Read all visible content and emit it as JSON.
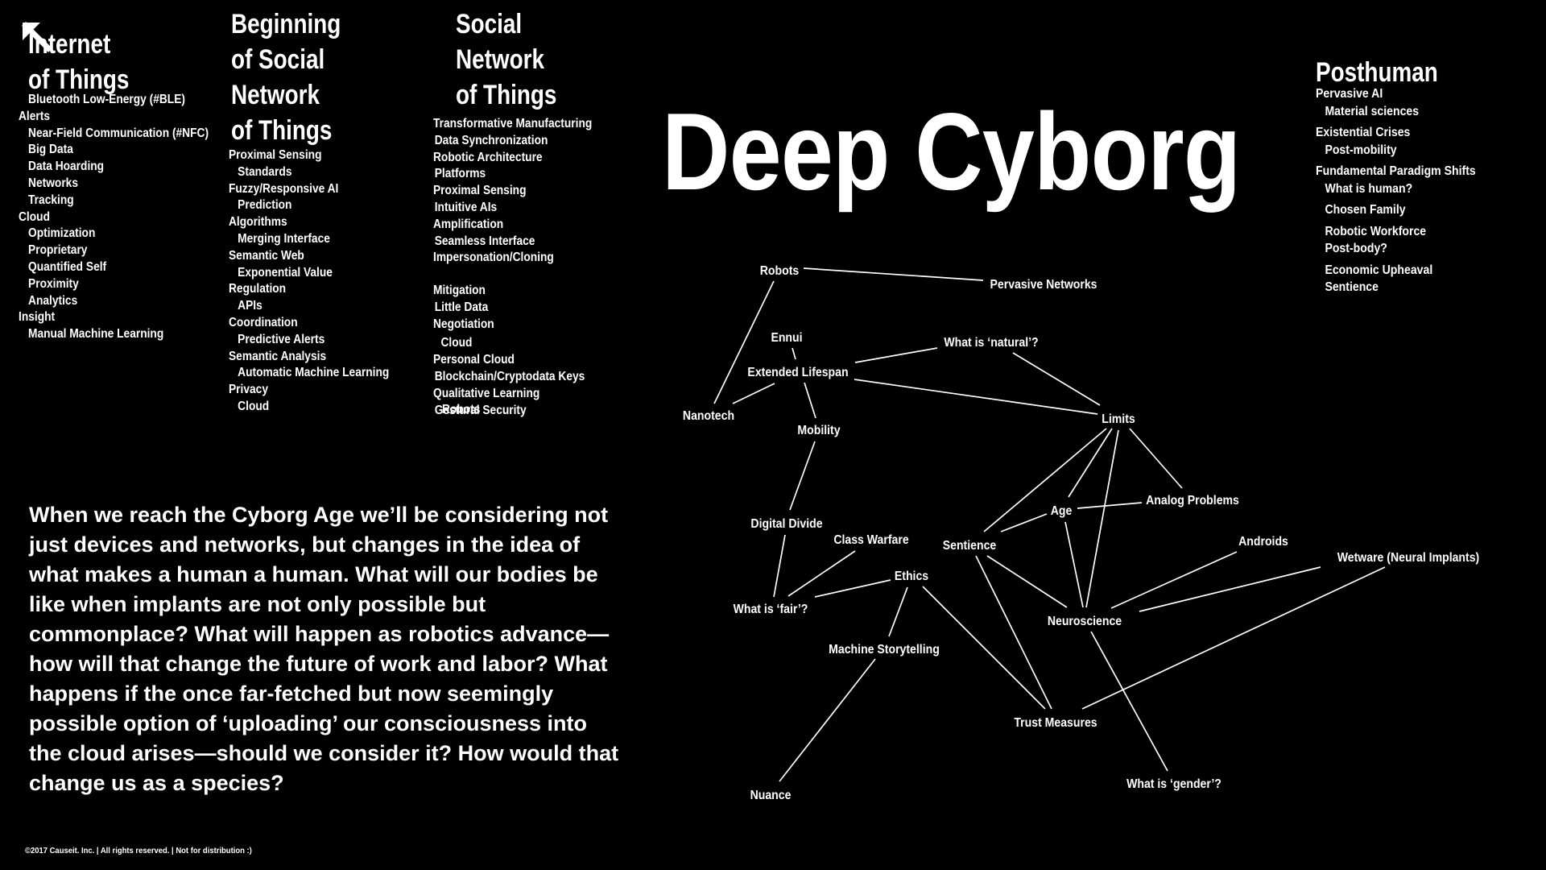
{
  "colors": {
    "background": "#000000",
    "foreground": "#ffffff"
  },
  "corner_icon": "arrow-up-left-icon",
  "col1": {
    "title": [
      "Internet",
      "of Things"
    ],
    "items": [
      {
        "text": "Bluetooth Low-Energy (#BLE)",
        "indent": 1
      },
      {
        "text": "Alerts",
        "indent": 0
      },
      {
        "text": "Near-Field Communication (#NFC)",
        "indent": 1
      },
      {
        "text": "Big Data",
        "indent": 1
      },
      {
        "text": "Data Hoarding",
        "indent": 1
      },
      {
        "text": "Networks",
        "indent": 1
      },
      {
        "text": "Tracking",
        "indent": 1
      },
      {
        "text": "Cloud",
        "indent": 0
      },
      {
        "text": "Optimization",
        "indent": 1
      },
      {
        "text": "Proprietary",
        "indent": 1
      },
      {
        "text": "Quantified Self",
        "indent": 1
      },
      {
        "text": "Proximity",
        "indent": 1
      },
      {
        "text": "Analytics",
        "indent": 1
      },
      {
        "text": "Insight",
        "indent": 0
      },
      {
        "text": "Manual Machine Learning",
        "indent": 1
      }
    ]
  },
  "col2": {
    "title": [
      "Beginning",
      "of Social",
      "Network",
      "of Things"
    ],
    "items": [
      {
        "text": "Proximal Sensing",
        "indent": 0
      },
      {
        "text": "Standards",
        "indent": 1
      },
      {
        "text": "Fuzzy/Responsive AI",
        "indent": 0
      },
      {
        "text": "Prediction",
        "indent": 1
      },
      {
        "text": "Algorithms",
        "indent": 0
      },
      {
        "text": "Merging Interface",
        "indent": 1
      },
      {
        "text": "Semantic Web",
        "indent": 0
      },
      {
        "text": "Exponential Value",
        "indent": 1
      },
      {
        "text": "Regulation",
        "indent": 0
      },
      {
        "text": "APIs",
        "indent": 1
      },
      {
        "text": "Coordination",
        "indent": 0
      },
      {
        "text": "Predictive Alerts",
        "indent": 1
      },
      {
        "text": "Semantic Analysis",
        "indent": 0
      },
      {
        "text": "Automatic Machine Learning",
        "indent": 1
      },
      {
        "text": "Privacy",
        "indent": 0
      },
      {
        "text": "Cloud",
        "indent": 1
      }
    ]
  },
  "col3": {
    "title": [
      "Social",
      "Network",
      "of Things"
    ],
    "items_a": [
      {
        "text": "Transformative Manufacturing",
        "indent": 0
      },
      {
        "text": "Data Synchronization",
        "indent": 1
      },
      {
        "text": "Robotic Architecture",
        "indent": 0
      },
      {
        "text": "Platforms",
        "indent": 1
      },
      {
        "text": "Proximal Sensing",
        "indent": 0
      },
      {
        "text": "Intuitive AIs",
        "indent": 1
      },
      {
        "text": "Amplification",
        "indent": 0
      },
      {
        "text": "Seamless Interface",
        "indent": 1
      },
      {
        "text": "Impersonation/Cloning",
        "indent": 0
      }
    ],
    "items_b": [
      {
        "text": "Mitigation",
        "indent": 0
      },
      {
        "text": "Little Data",
        "indent": 1
      },
      {
        "text": "Negotiation",
        "indent": 0
      },
      {
        "text": "Cloud",
        "indent": 2
      },
      {
        "text": "Personal Cloud",
        "indent": 0
      },
      {
        "text": "Blockchain/Cryptodata Keys",
        "indent": 1
      },
      {
        "text": "Qualitative Learning",
        "indent": 0
      },
      {
        "text": "Gestural Security",
        "indent": 1
      }
    ],
    "overlap_text": "Robots"
  },
  "main_title": "Deep Cyborg",
  "posthuman": {
    "title": "Posthuman",
    "items": [
      {
        "text": "Pervasive AI",
        "indent": 0,
        "space": false
      },
      {
        "text": "Material sciences",
        "indent": 1,
        "space": false
      },
      {
        "text": "Existential Crises",
        "indent": 0,
        "space": true
      },
      {
        "text": "Post-mobility",
        "indent": 1,
        "space": false
      },
      {
        "text": "Fundamental Paradigm Shifts",
        "indent": 0,
        "space": true
      },
      {
        "text": "What is human?",
        "indent": 1,
        "space": false
      },
      {
        "text": "Chosen Family",
        "indent": 1,
        "space": true
      },
      {
        "text": "Robotic Workforce",
        "indent": 1,
        "space": true
      },
      {
        "text": "Post-body?",
        "indent": 1,
        "space": false
      },
      {
        "text": "Economic Upheaval",
        "indent": 1,
        "space": true
      },
      {
        "text": "Sentience",
        "indent": 1,
        "space": false
      }
    ]
  },
  "body_text": "When we reach the Cyborg Age we’ll be considering not just devices and networks, but changes in the idea of what makes a human a human. What will our bodies be like when implants are not only possible but commonplace? What will happen as robotics advance—how will that change the future of work and labor? What happens if the once far-fetched but now seemingly possible option of ‘uploading’ our consciousness into the cloud arises—should we consider it? How would that change us as a species?",
  "footer": "©2017 Causeit. Inc. | All rights reserved. | Not for distribution :)",
  "graph": {
    "nodes": [
      {
        "id": "robots",
        "label": "Robots"
      },
      {
        "id": "pervasive",
        "label": "Pervasive Networks"
      },
      {
        "id": "ennui",
        "label": "Ennui"
      },
      {
        "id": "natural",
        "label": "What is ‘natural’?"
      },
      {
        "id": "lifespan",
        "label": "Extended Lifespan"
      },
      {
        "id": "nanotech",
        "label": "Nanotech"
      },
      {
        "id": "mobility",
        "label": "Mobility"
      },
      {
        "id": "limits",
        "label": "Limits"
      },
      {
        "id": "analog",
        "label": "Analog Problems"
      },
      {
        "id": "age",
        "label": "Age"
      },
      {
        "id": "divide",
        "label": "Digital Divide"
      },
      {
        "id": "warfare",
        "label": "Class Warfare"
      },
      {
        "id": "sentience",
        "label": "Sentience"
      },
      {
        "id": "androids",
        "label": "Androids"
      },
      {
        "id": "wetware",
        "label": "Wetware (Neural Implants)"
      },
      {
        "id": "ethics",
        "label": "Ethics"
      },
      {
        "id": "fair",
        "label": "What is ‘fair’?"
      },
      {
        "id": "neuro",
        "label": "Neuroscience"
      },
      {
        "id": "storytelling",
        "label": "Machine Storytelling"
      },
      {
        "id": "trust",
        "label": "Trust Measures"
      },
      {
        "id": "gender",
        "label": "What is ‘gender’?"
      },
      {
        "id": "nuance",
        "label": "Nuance"
      }
    ],
    "edges": [
      [
        "robots",
        "pervasive"
      ],
      [
        "robots",
        "nanotech"
      ],
      [
        "ennui",
        "lifespan"
      ],
      [
        "lifespan",
        "natural"
      ],
      [
        "lifespan",
        "limits"
      ],
      [
        "lifespan",
        "nanotech"
      ],
      [
        "lifespan",
        "mobility"
      ],
      [
        "natural",
        "limits"
      ],
      [
        "mobility",
        "divide"
      ],
      [
        "limits",
        "sentience"
      ],
      [
        "limits",
        "age"
      ],
      [
        "limits",
        "neuro"
      ],
      [
        "limits",
        "analog"
      ],
      [
        "age",
        "sentience"
      ],
      [
        "age",
        "analog"
      ],
      [
        "age",
        "neuro"
      ],
      [
        "divide",
        "fair"
      ],
      [
        "warfare",
        "fair"
      ],
      [
        "ethics",
        "fair"
      ],
      [
        "ethics",
        "storytelling"
      ],
      [
        "ethics",
        "trust"
      ],
      [
        "sentience",
        "neuro"
      ],
      [
        "sentience",
        "trust"
      ],
      [
        "neuro",
        "androids"
      ],
      [
        "neuro",
        "wetware"
      ],
      [
        "neuro",
        "gender"
      ],
      [
        "wetware",
        "trust"
      ],
      [
        "storytelling",
        "nuance"
      ]
    ]
  }
}
